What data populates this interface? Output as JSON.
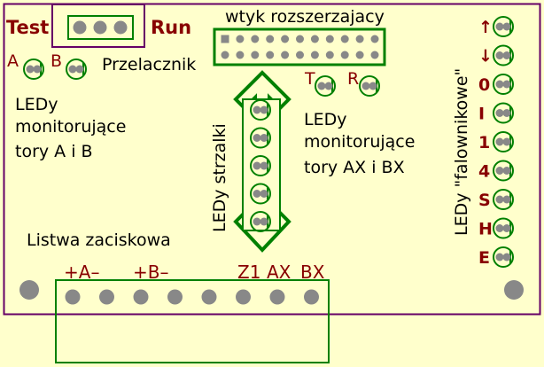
{
  "colors": {
    "background": "#ffffcc",
    "border": "#660066",
    "pcb_green": "#008000",
    "pad": "#888888",
    "label_red": "#880000",
    "text": "#000000"
  },
  "switch": {
    "left_label": "Test",
    "right_label": "Run",
    "caption": "Przelacznik",
    "pins": 3
  },
  "expansion_header": {
    "title": "wtyk rozszerzajacy",
    "rows": 2,
    "cols": 11
  },
  "leds_ab": {
    "led_labels": [
      "A",
      "B"
    ],
    "caption_lines": [
      "LEDy",
      "monitorujące",
      "tory A  i B"
    ]
  },
  "leds_tr": {
    "led_labels": [
      "T",
      "R"
    ],
    "caption_lines": [
      "LEDy",
      "monitorujące",
      "tory AX i BX"
    ]
  },
  "arrow_leds": {
    "caption": "LEDy strzalki",
    "count": 5
  },
  "inverter_leds": {
    "caption": "LEDy \"falownikowe\"",
    "labels": [
      "↑",
      "↓",
      "0",
      "I",
      "1",
      "4",
      "S",
      "H",
      "E"
    ]
  },
  "terminal_block": {
    "caption": "Listwa zaciskowa",
    "pin_labels": [
      "+A–",
      "+B–",
      "Z1",
      "AX",
      "BX"
    ],
    "pins": 8
  }
}
